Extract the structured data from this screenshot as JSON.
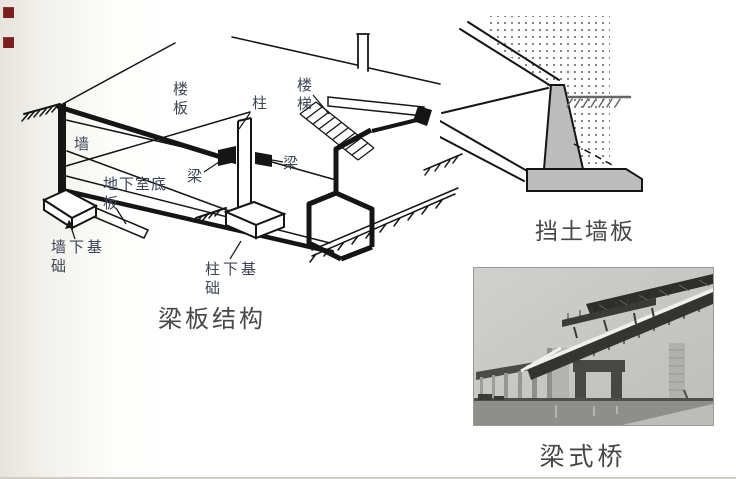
{
  "page": {
    "type": "presentation-slide",
    "background_left_tint": "#e6e4dd",
    "bottom_edge_color": "#cfcdc6",
    "bullet_marker_color": "#7a1e20"
  },
  "beam_slab_figure": {
    "caption": "梁板结构",
    "label_color": "#3c4454",
    "line_color": "#151515",
    "labels": {
      "floor_slab": "楼板",
      "column": "柱",
      "stairs": "楼梯",
      "wall": "墙",
      "beam_left": "梁",
      "beam_right": "梁",
      "basement_slab": "地下室底板",
      "wall_footing": "墙下基础",
      "column_footing": "柱下基础"
    }
  },
  "retaining_wall_figure": {
    "caption": "挡土墙板",
    "concrete_fill": "#bcbcbc"
  },
  "bridge_figure": {
    "caption": "梁式桥",
    "kind": "grayscale-photo"
  }
}
